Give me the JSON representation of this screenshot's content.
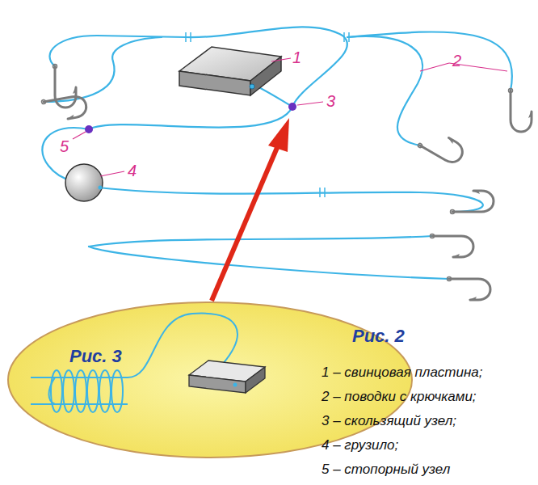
{
  "diagram": {
    "nodes": [
      {
        "text": [
          "Рис. 3"
        ]
      }
    ],
    "labels": [
      "1",
      "2",
      "3",
      "5",
      "4",
      "Рис. 2",
      "1 – свинцовая пластина;",
      "2 – поводки с крючками;",
      "3 – скользящий узел;",
      "4 – грузило;",
      "5 – стопорный узел"
    ]
  }
}
